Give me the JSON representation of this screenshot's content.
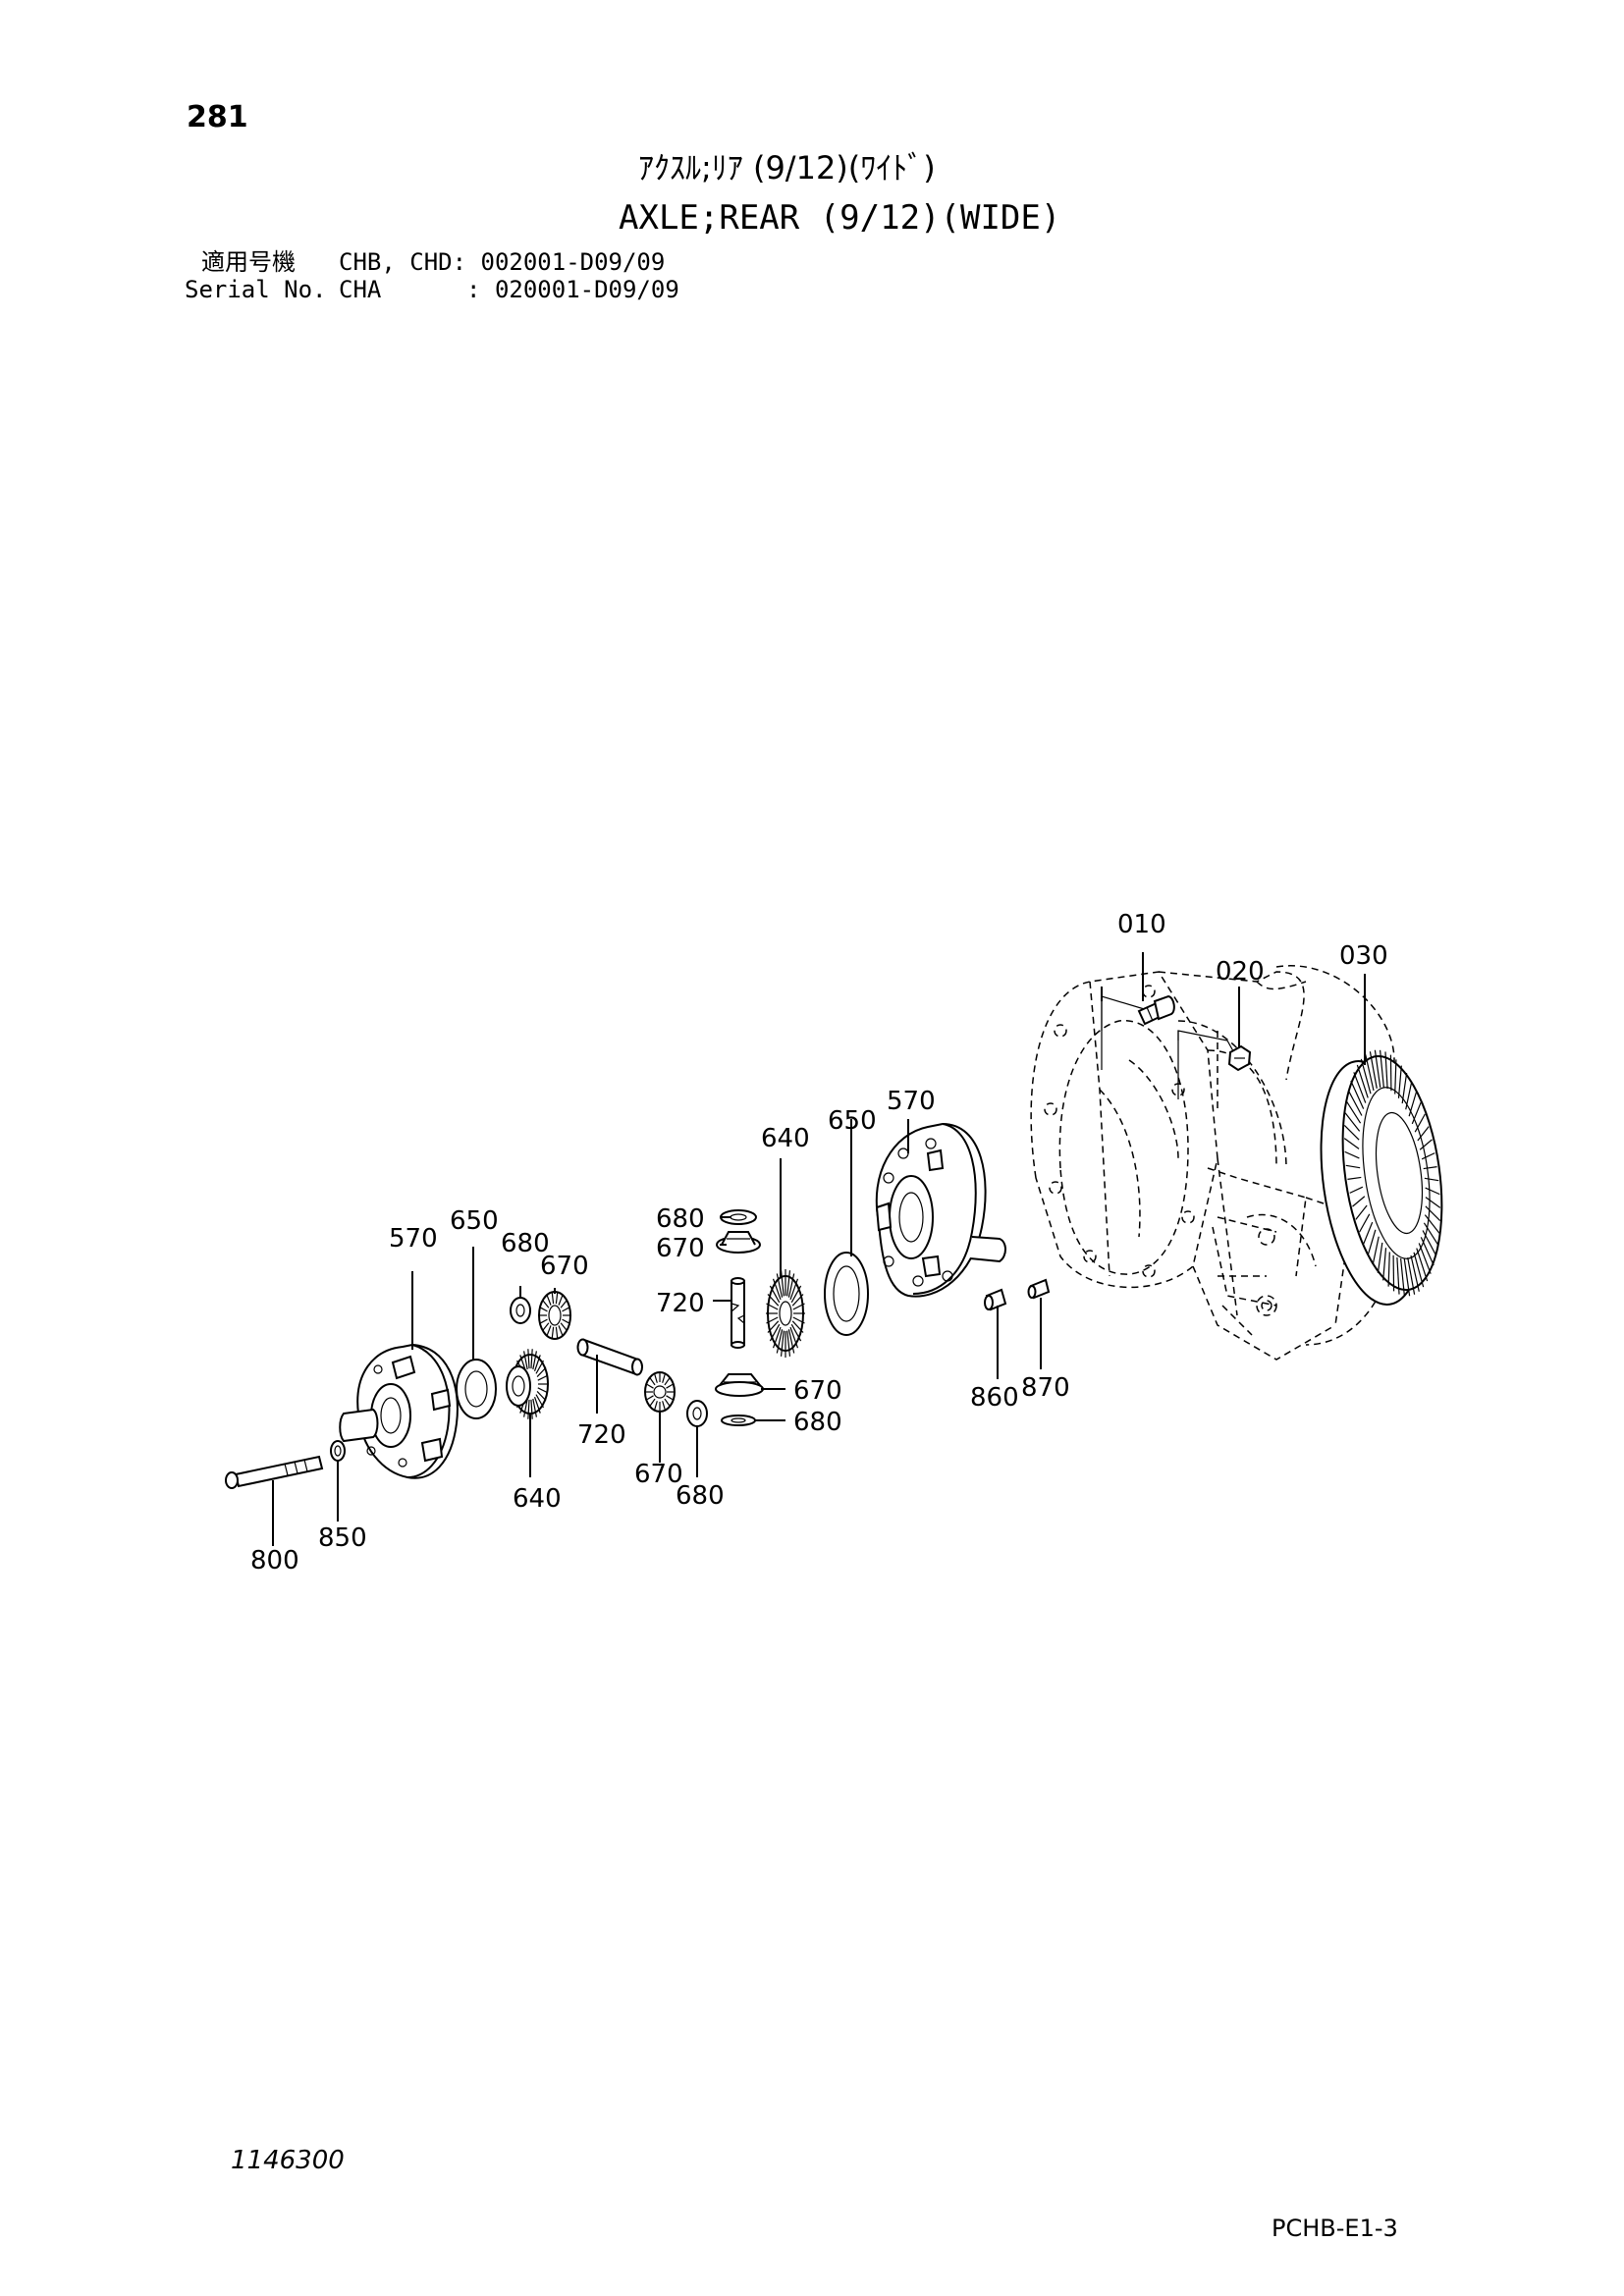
{
  "header": {
    "page_number": "281",
    "title_jp": "ｱｸｽﾙ;ﾘｱ (9/12)(ﾜｲﾄﾞ)",
    "title_en": "AXLE;REAR (9/12)(WIDE)",
    "serial_rows": [
      {
        "label": "適用号機",
        "value": "CHB, CHD: 002001-D09/09"
      },
      {
        "label": "Serial No.",
        "value": "CHA      : 020001-D09/09"
      }
    ]
  },
  "diagram": {
    "part_labels": {
      "p010": "010",
      "p020": "020",
      "p030": "030",
      "p570_right": "570",
      "p640_top": "640",
      "p650_top": "650",
      "p680_top": "680",
      "p670_top": "670",
      "p720_top": "720",
      "p670_right": "670",
      "p680_right": "680",
      "p680_bottom": "680",
      "p670_bottom": "670",
      "p860": "860",
      "p870": "870",
      "p570_left": "570",
      "p650_left": "650",
      "p680_left": "680",
      "p670_left": "670",
      "p720_left": "720",
      "p640_left": "640",
      "p800": "800",
      "p850": "850"
    }
  },
  "footer": {
    "doc_number": "1146300",
    "page_code": "PCHB-E1-3"
  }
}
